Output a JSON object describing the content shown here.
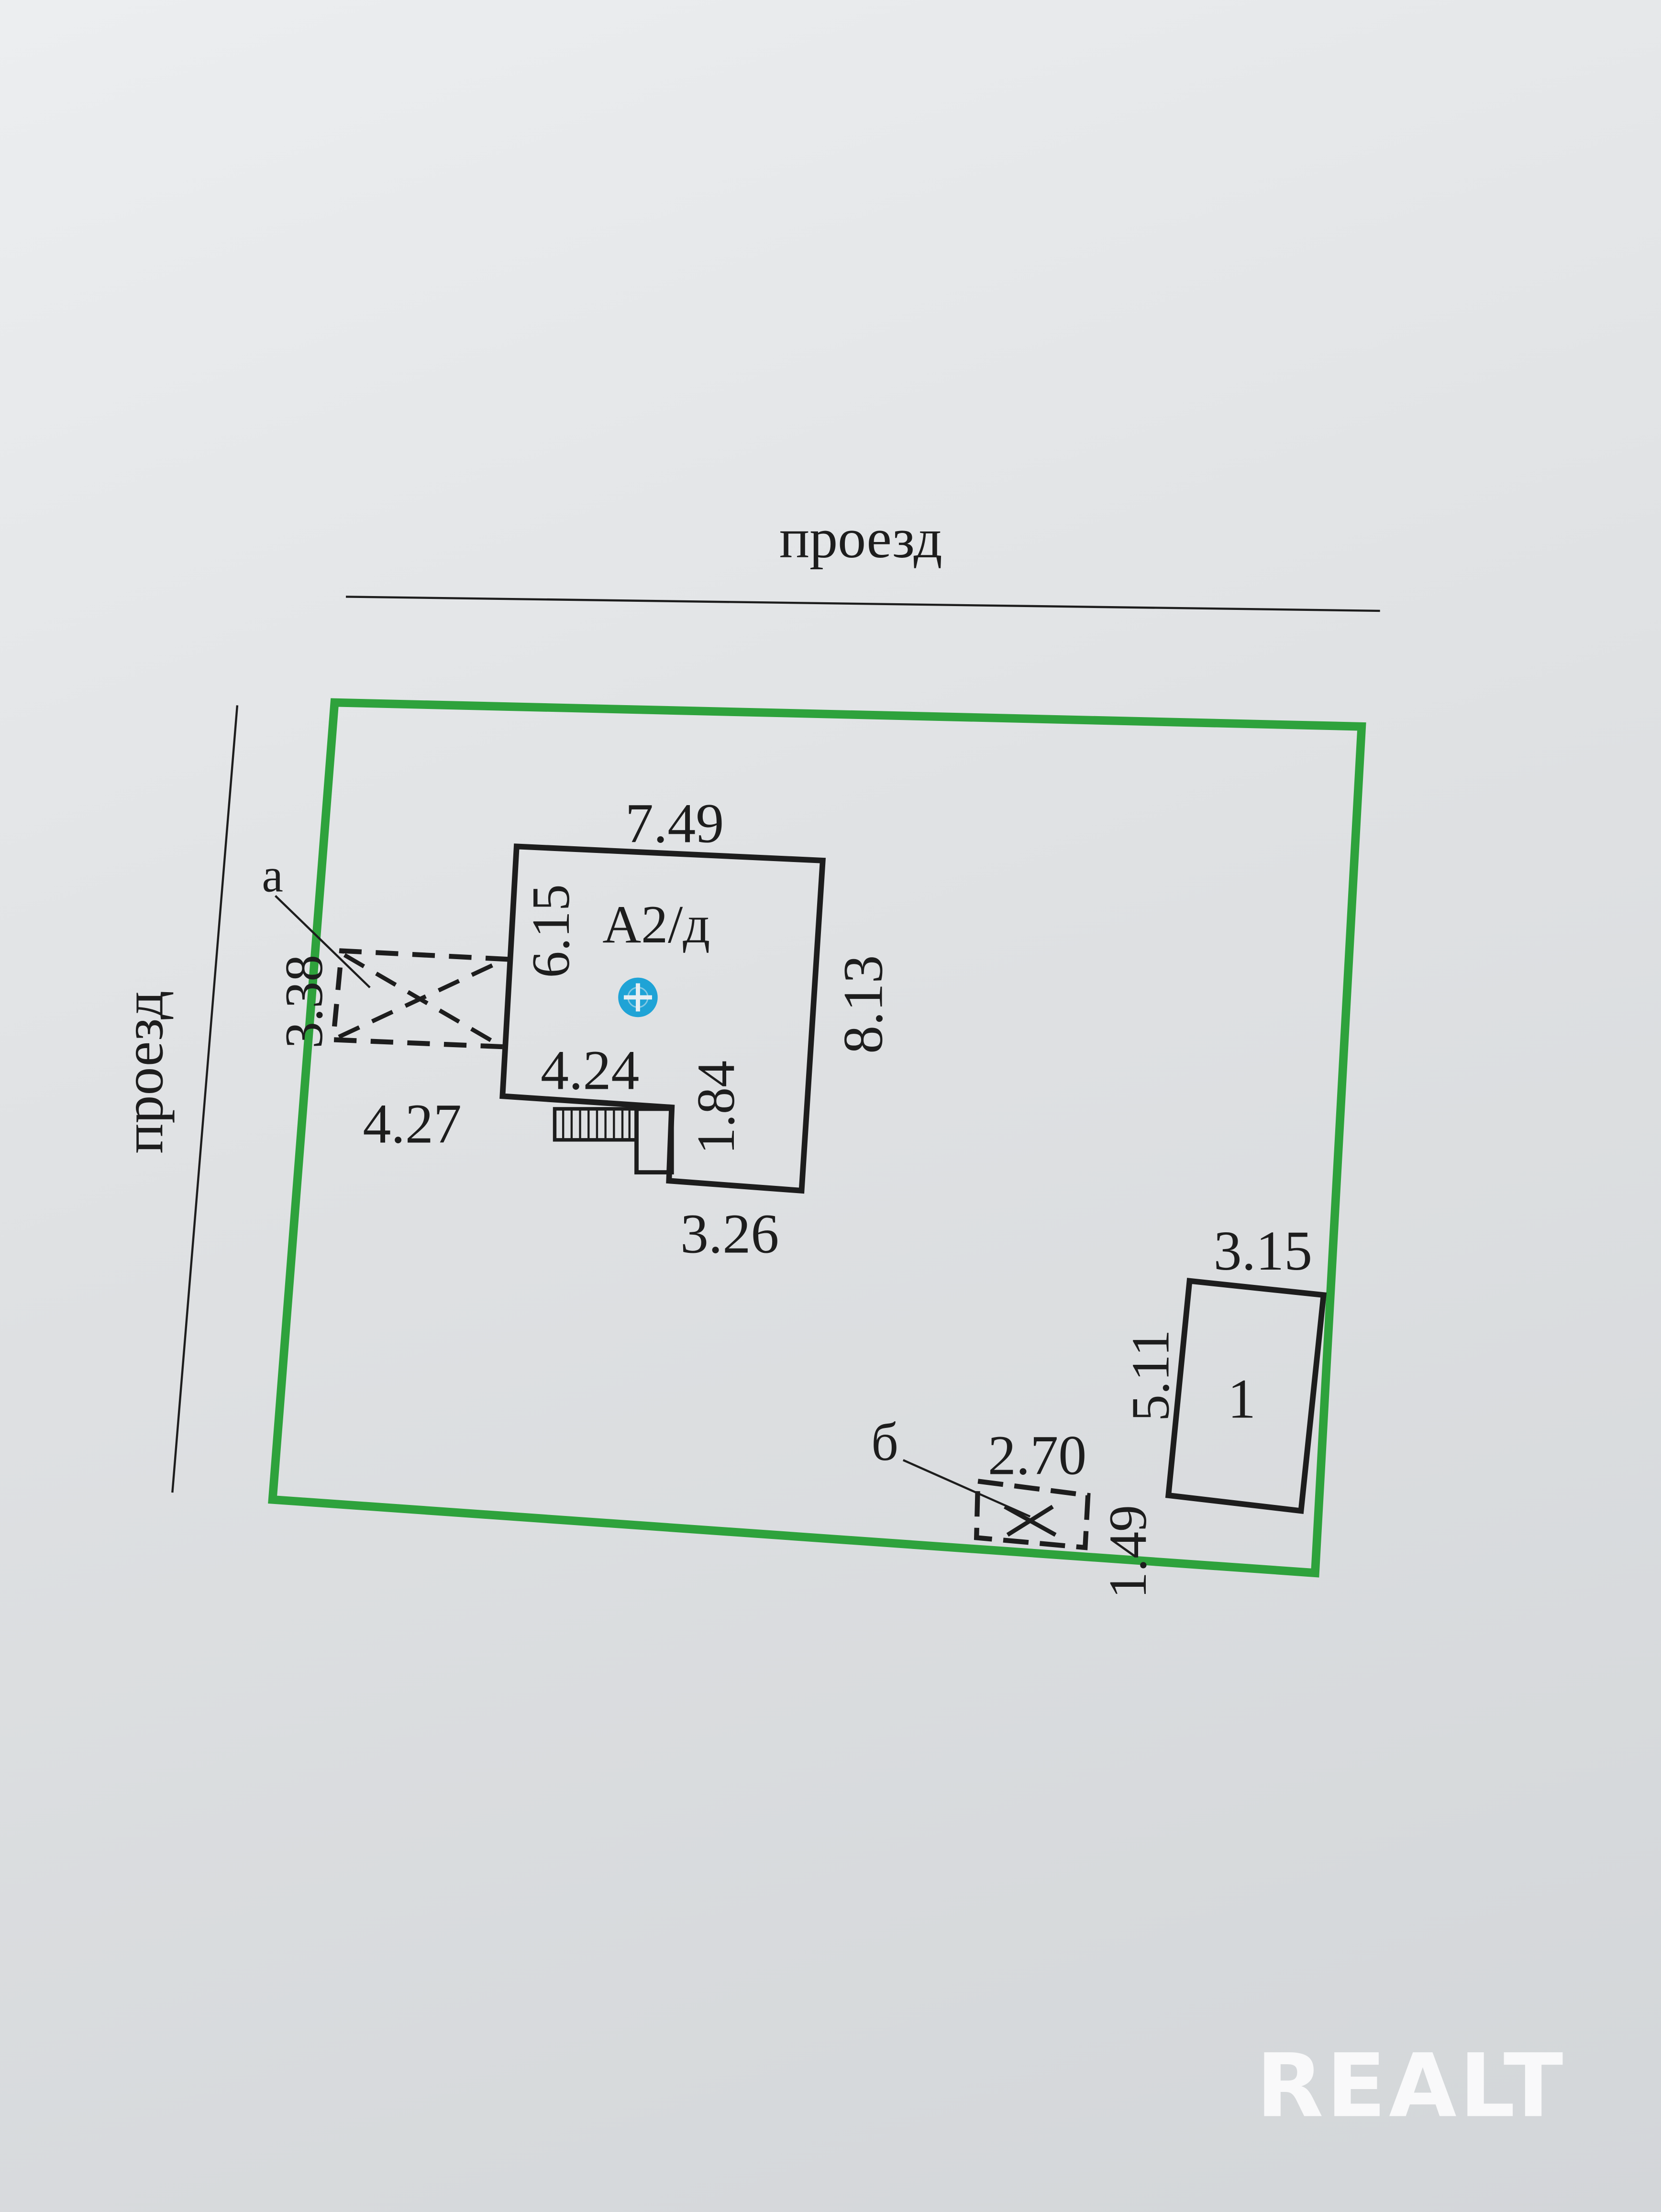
{
  "roads": {
    "top_label": "проезд",
    "left_label": "проезд"
  },
  "house": {
    "label": "А2/д",
    "dims": {
      "top": "7.49",
      "right": "8.13",
      "left": "6.15",
      "bottom_left": "4.24",
      "step": "1.84",
      "bottom_right": "3.26"
    },
    "extension": {
      "marker": "а",
      "width": "4.27",
      "height": "3.38"
    }
  },
  "shed": {
    "label": "1",
    "width": "3.15",
    "height": "5.11"
  },
  "small_structure": {
    "marker": "б",
    "width": "2.70",
    "height": "1.49"
  },
  "watermark": "REALT",
  "colors": {
    "boundary": "#2ea23c",
    "marker": "#1fa3d6",
    "ink": "#1d1d1d"
  }
}
